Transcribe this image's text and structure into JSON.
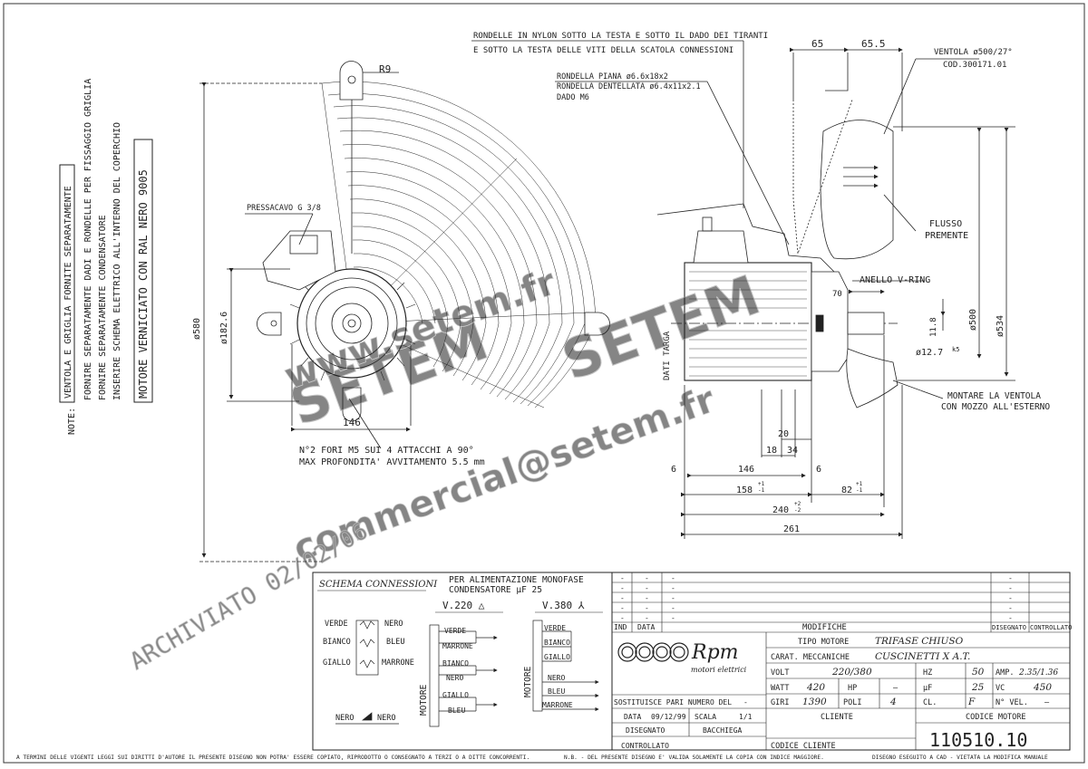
{
  "notes": {
    "label": "NOTE:",
    "lines": [
      "VENTOLA E GRIGLIA FORNITE SEPARATAMENTE",
      "FORNIRE SEPARATAMENTE DADI E RONDELLE PER FISSAGGIO GRIGLIA",
      "FORNIRE SEPARATAMENTE CONDENSATORE",
      "INSERIRE SCHEMA ELETTRICO ALL'INTERNO DEL COPERCHIO",
      "MOTORE VERNICIATO CON RAL NERO 9005"
    ]
  },
  "front_view": {
    "r9": "R9",
    "pressacavo": "PRESSACAVO G 3/8",
    "dia580": "ø580",
    "dia182": "ø182.6",
    "dim146": "146",
    "holes1": "N°2 FORI M5 SUI 4 ATTACCHI A 90°",
    "holes2": "MAX PROFONDITA' AVVITAMENTO 5.5 mm"
  },
  "side_view": {
    "rondelle_nylon_1": "RONDELLE IN NYLON SOTTO LA TESTA E SOTTO IL DADO DEI TIRANTI",
    "rondelle_nylon_2": "E SOTTO LA TESTA DELLE VITI DELLA SCATOLA CONNESSIONI",
    "rondella_piana": "RONDELLA PIANA ø6.6x18x2",
    "rondella_dentellata": "RONDELLA DENTELLATA ø6.4x11x2.1",
    "dado": "DADO M6",
    "d65": "65",
    "d655": "65.5",
    "ventola": "VENTOLA ø500/27°",
    "cod": "COD.300171.01",
    "flusso1": "FLUSSO",
    "flusso2": "PREMENTE",
    "anello": "ANELLO V-RING",
    "dati_targa": "DATI TARGA",
    "d70": "70",
    "d118": "11.8",
    "d500": "ø500",
    "d534": "ø534",
    "d127": "ø12.7",
    "k5": "k5",
    "montare1": "MONTARE LA VENTOLA",
    "montare2": "CON MOZZO ALL'ESTERNO",
    "d20": "20",
    "d18": "18",
    "d34": "34",
    "d6a": "6",
    "d146": "146",
    "d6b": "6",
    "d158": "158",
    "d82": "82",
    "d240": "240",
    "d261": "261",
    "tol1": "+1",
    "tol2": "-1",
    "tol3": "+2",
    "tol4": "-2"
  },
  "schema": {
    "title": "SCHEMA CONNESSIONI",
    "alim1": "PER ALIMENTAZIONE MONOFASE",
    "alim2": "CONDENSATORE µF 25",
    "v220": "V.220 △",
    "v380": "V.380 ⅄",
    "left": [
      "VERDE",
      "NERO",
      "BIANCO",
      "BLEU",
      "GIALLO",
      "MARRONE"
    ],
    "nero_a": "NERO",
    "nero_b": "NERO",
    "motore1": "MOTORE",
    "motore2": "MOTORE",
    "mid": [
      "VERDE",
      "MARRONE",
      "BIANCO",
      "NERO",
      "GIALLO",
      "BLEU"
    ],
    "right": [
      "VERDE",
      "BIANCO",
      "GIALLO",
      "NERO",
      "BLEU",
      "MARRONE"
    ]
  },
  "title_block": {
    "dash": "-",
    "ind": "IND",
    "data_hdr": "DATA",
    "modifiche": "MODIFICHE",
    "disegnato_hdr": "DISEGNATO",
    "controllato_hdr": "CONTROLLATO",
    "logo_text": "Rpm",
    "logo_sub": "motori elettrici",
    "tipo_label": "TIPO MOTORE",
    "tipo_value": "TRIFASE CHIUSO",
    "carat_label": "CARAT. MECCANICHE",
    "carat_value": "CUSCINETTI X A.T.",
    "volt_label": "VOLT",
    "volt_value": "220/380",
    "hz_label": "HZ",
    "hz_value": "50",
    "amp_label": "AMP.",
    "amp_value": "2.35/1.36",
    "watt_label": "WATT",
    "watt_value": "420",
    "hp_label": "HP",
    "hp_value": "—",
    "uf_label": "µF",
    "uf_value": "25",
    "vc_label": "VC",
    "vc_value": "450",
    "giri_label": "GIRI",
    "giri_value": "1390",
    "poli_label": "POLI",
    "poli_value": "4",
    "cl_label": "CL.",
    "cl_value": "F",
    "nvel_label": "N° VEL.",
    "nvel_value": "—",
    "sostituisce": "SOSTITUISCE PARI NUMERO DEL",
    "sost_dash": "-",
    "cliente": "CLIENTE",
    "data_label": "DATA",
    "data_value": "09/12/99",
    "scala_label": "SCALA",
    "scala_value": "1/1",
    "codice_cliente": "CODICE CLIENTE",
    "disegnato_label": "DISEGNATO",
    "disegnato_value": "BACCHIEGA",
    "controllato_label": "CONTROLLATO",
    "codice_motore_label": "CODICE MOTORE",
    "codice_motore": "110510.10"
  },
  "footer": {
    "left": "A TERMINI DELLE VIGENTI LEGGI SUI DIRITTI D'AUTORE IL PRESENTE DISEGNO NON POTRA' ESSERE COPIATO, RIPRODOTTO O CONSEGNATO A TERZI O A DITTE CONCORRENTI.",
    "mid": "N.B. - DEL PRESENTE DISEGNO E' VALIDA SOLAMENTE LA COPIA CON INDICE MAGGIORE.",
    "right": "DISEGNO ESEGUITO A CAD - VIETATA LA MODIFICA MANUALE"
  },
  "watermarks": {
    "setem1": "SETEM",
    "setem2": "SETEM",
    "url": "www.setem.fr",
    "email": "commercial@setem.fr",
    "archiviato": "ARCHIVIATO 02/02/06"
  },
  "colors": {
    "line": "#222222",
    "watermark": "#c8c8c8"
  }
}
